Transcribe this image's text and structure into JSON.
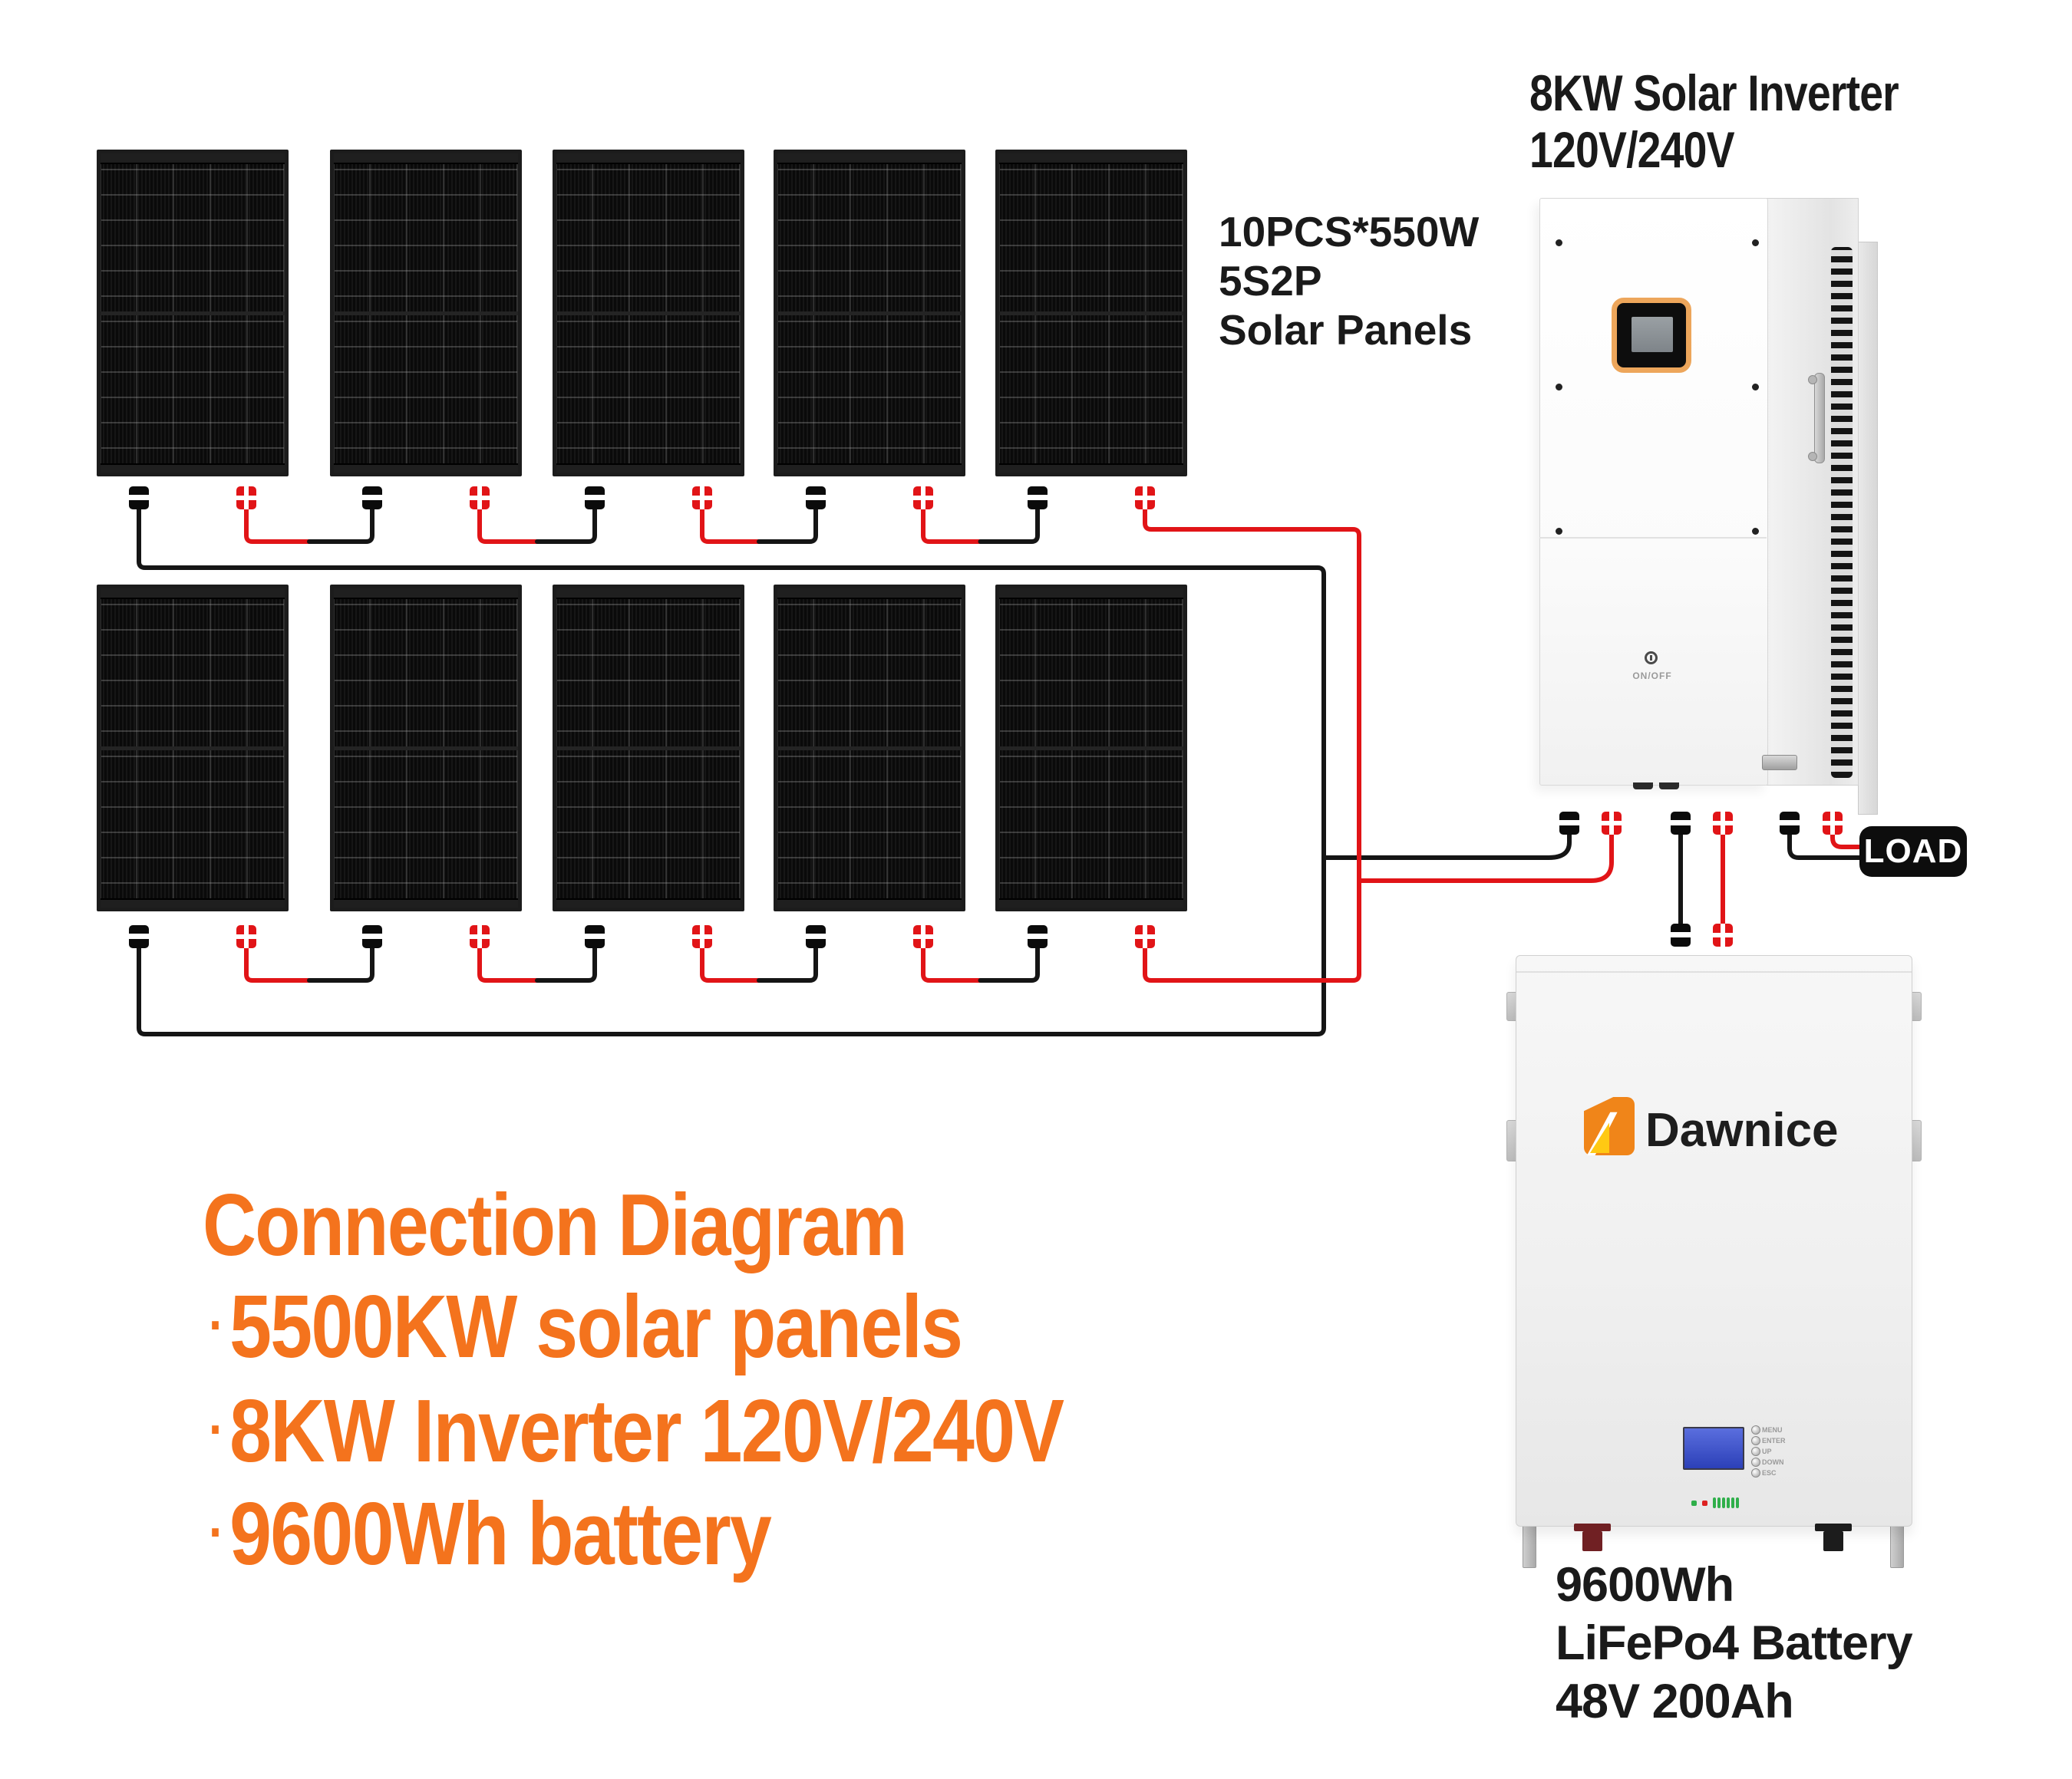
{
  "page": {
    "background": "#ffffff"
  },
  "colors": {
    "wire_black": "#151515",
    "wire_red": "#e11417",
    "connector_red": "#e11417",
    "accent_orange": "#f4731d",
    "logo_orange": "#f08519",
    "logo_yellow": "#ffc913",
    "display_border_orange": "#eda65b",
    "lcd_blue": "#3a4ec4"
  },
  "solar_array": {
    "rows": 2,
    "columns": 5,
    "label_lines": [
      "10PCS*550W",
      "5S2P",
      "Solar Panels"
    ]
  },
  "inverter": {
    "title_lines": [
      "8KW Solar Inverter",
      "120V/240V"
    ],
    "power_button_label": "ON/OFF"
  },
  "load": {
    "label": "LOAD"
  },
  "battery": {
    "brand": "Dawnice",
    "button_labels": [
      "MENU",
      "ENTER",
      "UP",
      "DOWN",
      "ESC"
    ],
    "led_count": 6,
    "label_lines": [
      "9600Wh",
      "LiFePo4 Battery",
      "48V 200Ah"
    ]
  },
  "info_block": {
    "title": "Connection Diagram",
    "bullet": "·",
    "items": [
      "5500KW solar panels",
      "8KW Inverter 120V/240V",
      "9600Wh battery"
    ]
  }
}
